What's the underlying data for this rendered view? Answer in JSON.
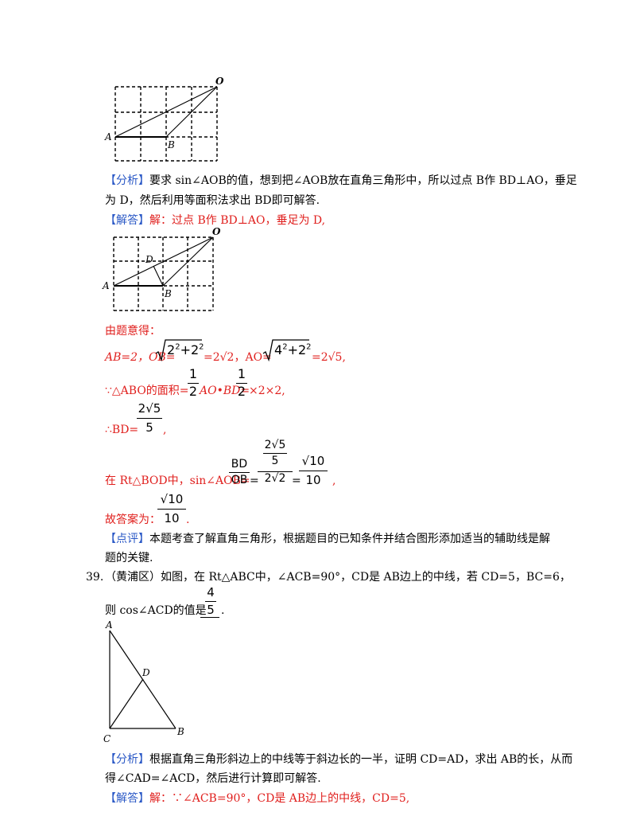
{
  "figure1": {
    "labels": {
      "O": "O",
      "A": "A",
      "B": "B"
    }
  },
  "figure2": {
    "labels": {
      "O": "O",
      "A": "A",
      "B": "B",
      "D": "D"
    }
  },
  "figure3": {
    "labels": {
      "A": "A",
      "B": "B",
      "C": "C",
      "D": "D"
    }
  },
  "common": {
    "analysis_tag": "【分析】",
    "answer_tag": "【解答】",
    "comment_tag": "【点评】",
    "jie": "解："
  },
  "q38": {
    "analysis_line1": "要求 sin∠AOB的值，想到把∠AOB放在直角三角形中，所以过点 B作 BD⊥AO，垂足",
    "analysis_line2": "为 D，然后利用等面积法求出 BD即可解答.",
    "answer_line1": "过点 B作 BD⊥AO，垂足为 D,",
    "derive": "由题意得：",
    "ab": "AB=2，OB=",
    "rad_ob": "2",
    "sq_a": "2",
    "plus": "+",
    "eq_sqrt2": "=2√2，AO=",
    "sq_b": "4",
    "eq_sqrt5": "=2√5,",
    "area_prefix": "∵△ABO的面积=",
    "half": {
      "num": "1",
      "den": "2"
    },
    "area_mid": "AO•BD=",
    "area_tail": "×2×2,",
    "bd_prefix": "∴BD=",
    "bd_frac": {
      "num": "2√5",
      "den": "5"
    },
    "comma": ",",
    "rt_prefix": "在 Rt△BOD中，sin∠AOB=",
    "ratio": {
      "num": "BD",
      "den": "OB"
    },
    "eq": "=",
    "complex": {
      "num_num": "2√5",
      "num_den": "5",
      "den": "2√2"
    },
    "result": {
      "num": "√10",
      "den": "10"
    },
    "answer_prefix": "故答案为：",
    "period": ".",
    "comment_line1": "本题考查了解直角三角形，根据题目的已知条件并结合图形添加适当的辅助线是解",
    "comment_line2": "题的关键."
  },
  "q39": {
    "number": "39.",
    "stem": "（黄浦区）如图，在 Rt△ABC中，∠ACB=90°，CD是 AB边上的中线，若 CD=5，BC=6，",
    "ask_prefix": "则 cos∠ACD的值是",
    "blank_answer": {
      "num": "4",
      "den": "5"
    },
    "analysis_line1": "根据直角三角形斜边上的中线等于斜边长的一半，证明 CD=AD，求出 AB的长，从而",
    "analysis_line2": "得∠CAD=∠ACD，然后进行计算即可解答.",
    "answer_line1": "∵∠ACB=90°，CD是 AB边上的中线，CD=5,"
  }
}
